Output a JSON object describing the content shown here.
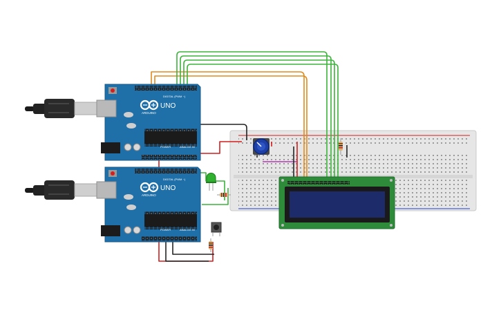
{
  "canvas": {
    "background": "#ffffff"
  },
  "boards": [
    {
      "brand": "ARDUINO",
      "model": "UNO",
      "digital_label": "DIGITAL (PWM ~)",
      "power_label": "POWER",
      "analog_label": "ANALOG IN"
    },
    {
      "brand": "ARDUINO",
      "model": "UNO",
      "digital_label": "DIGITAL (PWM ~)",
      "power_label": "POWER",
      "analog_label": "ANALOG IN"
    }
  ],
  "components": {
    "usb_cable_icons": [
      "usb-cable-icon",
      "usb-cable-icon"
    ],
    "breadboard": "breadboard",
    "lcd": "lcd-16x2",
    "potentiometer": "potentiometer",
    "led": "green-led",
    "pushbutton": "pushbutton",
    "resistors": [
      "resistor",
      "resistor",
      "resistor"
    ]
  },
  "colors": {
    "board": "#1f6fa8",
    "board_dark": "#165a8c",
    "breadboard": "#e6e6e6",
    "lcd_pcb": "#2e8b3a",
    "lcd_screen": "#1d2b6a",
    "wire_green": "#3cb43c",
    "wire_orange": "#e08a1e",
    "wire_red": "#d01f1f",
    "wire_black": "#222222",
    "wire_purple": "#b03ab0"
  }
}
